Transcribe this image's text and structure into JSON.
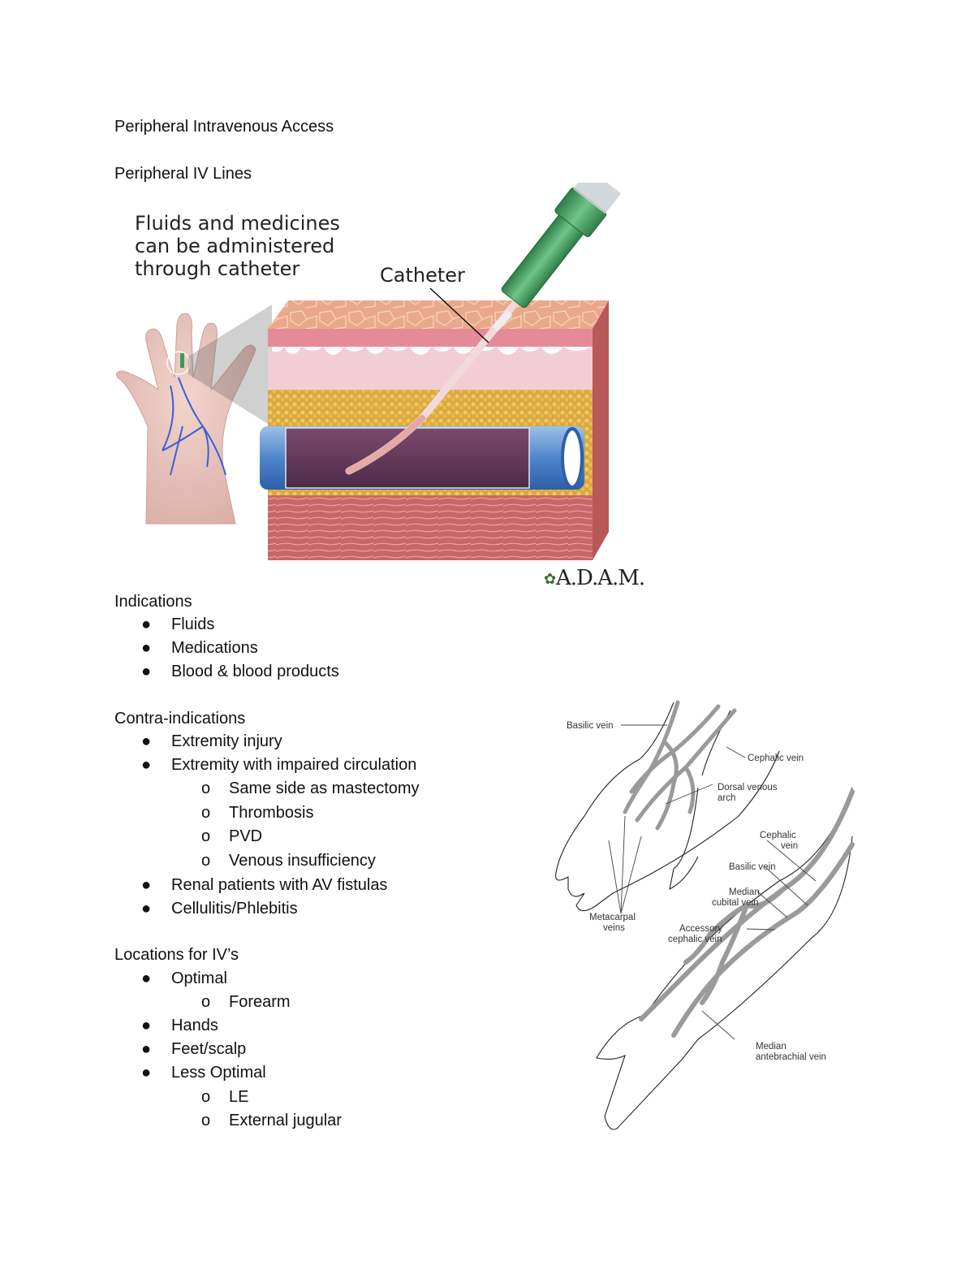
{
  "document": {
    "title": "Peripheral Intravenous Access",
    "subtitle": "Peripheral IV Lines"
  },
  "figure_catheter": {
    "caption_lines": [
      "Fluids and medicines",
      "can be administered",
      "through catheter"
    ],
    "catheter_label": "Catheter",
    "credit": "A.D.A.M.",
    "colors": {
      "skin_top": "#e9a98a",
      "dermis": "#e58a98",
      "dermis_light": "#f2cdd6",
      "fat": "#d6a94a",
      "muscle": "#c9666a",
      "vein_wall": "#5a8fd0",
      "vein_lumen": "#6a3a5e",
      "catheter_hub": "#3d9a5a",
      "catheter_tube": "#f3e2e2"
    }
  },
  "sections": {
    "indications": {
      "heading": "Indications",
      "items": [
        "Fluids",
        "Medications",
        "Blood & blood products"
      ]
    },
    "contraindications": {
      "heading": "Contra-indications",
      "items": [
        {
          "text": "Extremity injury",
          "sub": []
        },
        {
          "text": "Extremity with impaired circulation",
          "sub": [
            "Same side as mastectomy",
            "Thrombosis",
            "PVD",
            "Venous insufficiency"
          ]
        },
        {
          "text": "Renal patients with AV fistulas",
          "sub": []
        },
        {
          "text": "Cellulitis/Phlebitis",
          "sub": []
        }
      ]
    },
    "locations": {
      "heading": "Locations for IV’s",
      "items": [
        {
          "text": "Optimal",
          "sub": [
            "Forearm"
          ]
        },
        {
          "text": "Hands",
          "sub": []
        },
        {
          "text": "Feet/scalp",
          "sub": []
        },
        {
          "text": "Less Optimal",
          "sub": [
            "LE",
            "External jugular"
          ]
        }
      ]
    }
  },
  "figure_veins": {
    "labels": {
      "basilic_hand": "Basilic vein",
      "cephalic_hand": "Cephalic vein",
      "dorsal_arch_1": "Dorsal venous",
      "dorsal_arch_2": "arch",
      "metacarpal_1": "Metacarpal",
      "metacarpal_2": "veins",
      "cephalic_arm_1": "Cephalic",
      "cephalic_arm_2": "vein",
      "basilic_arm": "Basilic vein",
      "median_cubital_1": "Median",
      "median_cubital_2": "cubital vein",
      "accessory_1": "Accessory",
      "accessory_2": "cephalic vein",
      "median_ante_1": "Median",
      "median_ante_2": "antebrachial vein"
    }
  },
  "bullets": {
    "filled": "●",
    "hollow": "o"
  }
}
